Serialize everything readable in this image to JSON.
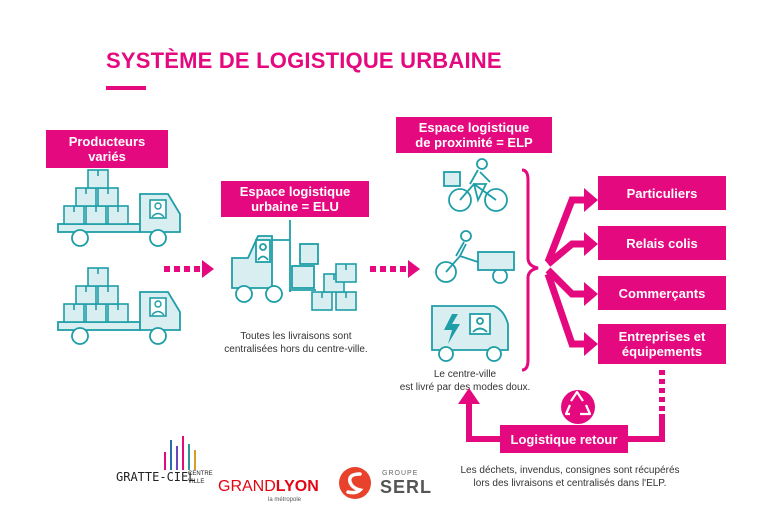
{
  "title": "SYSTÈME DE LOGISTIQUE URBAINE",
  "producers": {
    "label_line1": "Producteurs",
    "label_line2": "variés"
  },
  "elu": {
    "label_line1": "Espace logistique",
    "label_line2": "urbaine = ELU",
    "note_line1": "Toutes les livraisons sont",
    "note_line2": "centralisées hors du centre-ville."
  },
  "elp": {
    "label_line1": "Espace logistique",
    "label_line2": "de proximité = ELP",
    "note_line1": "Le centre-ville",
    "note_line2": "est livré par des modes doux."
  },
  "destinations": {
    "particuliers": "Particuliers",
    "relais": "Relais colis",
    "commercants": "Commerçants",
    "entreprises_line1": "Entreprises et",
    "entreprises_line2": "équipements"
  },
  "retour": {
    "label": "Logistique retour",
    "note_line1": "Les déchets, invendus, consignes sont récupérés",
    "note_line2": "lors des livraisons et centralisés dans l'ELP."
  },
  "logos": {
    "gratte_ciel": "GRATTE-CIEL",
    "gratte_ciel_sub1": "CENTRE",
    "gratte_ciel_sub2": "VILLE",
    "grandlyon_a": "GRAND",
    "grandlyon_b": "LYON",
    "grandlyon_sub": "la métropole",
    "serl_groupe": "GROUPE",
    "serl": "SERL"
  },
  "colors": {
    "accent": "#e5097f",
    "icon_stroke": "#1f9ea8",
    "icon_fill": "#d9eef0"
  }
}
